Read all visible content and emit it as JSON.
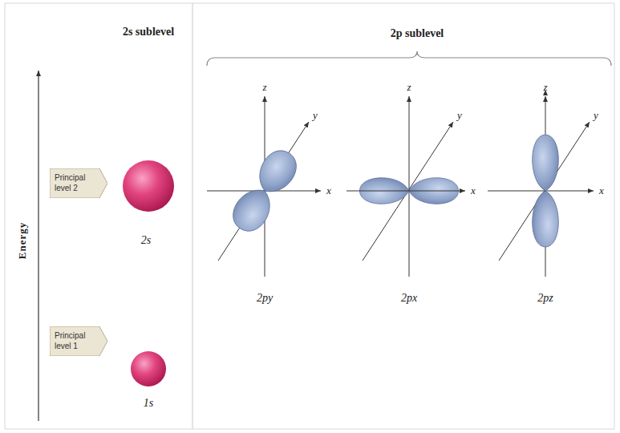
{
  "diagram": {
    "nodes": [
      {
        "text": [
          "Principal level 2"
        ]
      },
      {
        "text": [
          "Principal level 1"
        ]
      }
    ],
    "labels": [
      "2s sublevel",
      "2p sublevel",
      "Energy",
      "2s",
      "1s",
      "z",
      "y",
      "x",
      "z",
      "y",
      "x",
      "z",
      "y",
      "x",
      "2py",
      "2px",
      "2pz"
    ]
  }
}
